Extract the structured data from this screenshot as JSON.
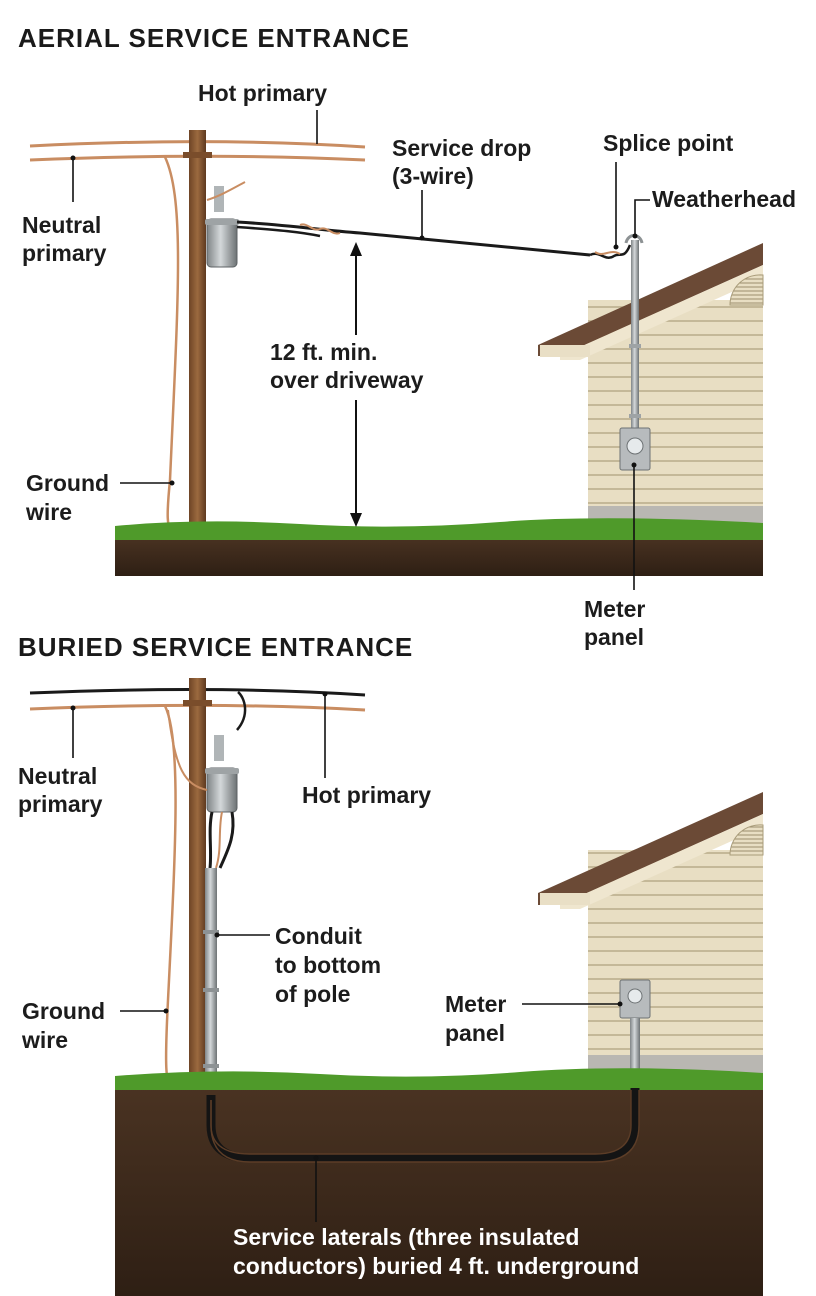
{
  "aerial": {
    "title": "AERIAL SERVICE ENTRANCE",
    "labels": {
      "hot_primary": "Hot primary",
      "neutral_primary": [
        "Neutral",
        "primary"
      ],
      "service_drop": [
        "Service drop",
        "(3-wire)"
      ],
      "splice_point": "Splice point",
      "weatherhead": "Weatherhead",
      "clearance": [
        "12 ft. min.",
        "over driveway"
      ],
      "ground_wire": [
        "Ground",
        "wire"
      ],
      "meter_panel": [
        "Meter",
        "panel"
      ]
    }
  },
  "buried": {
    "title": "BURIED SERVICE ENTRANCE",
    "labels": {
      "neutral_primary": [
        "Neutral",
        "primary"
      ],
      "hot_primary": "Hot primary",
      "conduit": [
        "Conduit",
        "to bottom",
        "of pole"
      ],
      "ground_wire": [
        "Ground",
        "wire"
      ],
      "meter_panel": [
        "Meter",
        "panel"
      ],
      "service_laterals": [
        "Service laterals (three insulated",
        "conductors) buried 4 ft. underground"
      ]
    }
  },
  "colors": {
    "grass": "#4f9a2a",
    "soil": "#3e2a1c",
    "pole": "#8b5a34",
    "siding": "#e6dcc0",
    "roof": "#6b4a36",
    "copper": "#c98d62",
    "wire_black": "#1a1a1a"
  }
}
